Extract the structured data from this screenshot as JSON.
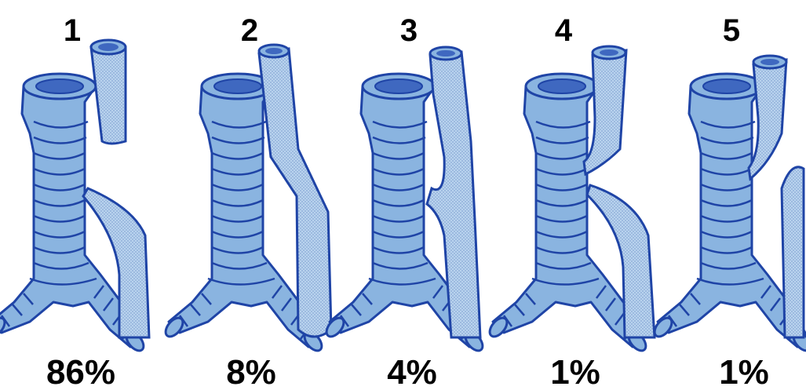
{
  "figure": {
    "colors": {
      "trachea_fill": "#8ab4e0",
      "esophagus_fill": "#b9d3ee",
      "outline": "#1f44a6",
      "text": "#000000"
    },
    "panels": [
      {
        "number": "1",
        "percent": "86%"
      },
      {
        "number": "2",
        "percent": "8%"
      },
      {
        "number": "3",
        "percent": "4%"
      },
      {
        "number": "4",
        "percent": "1%"
      },
      {
        "number": "5",
        "percent": "1%"
      }
    ]
  }
}
